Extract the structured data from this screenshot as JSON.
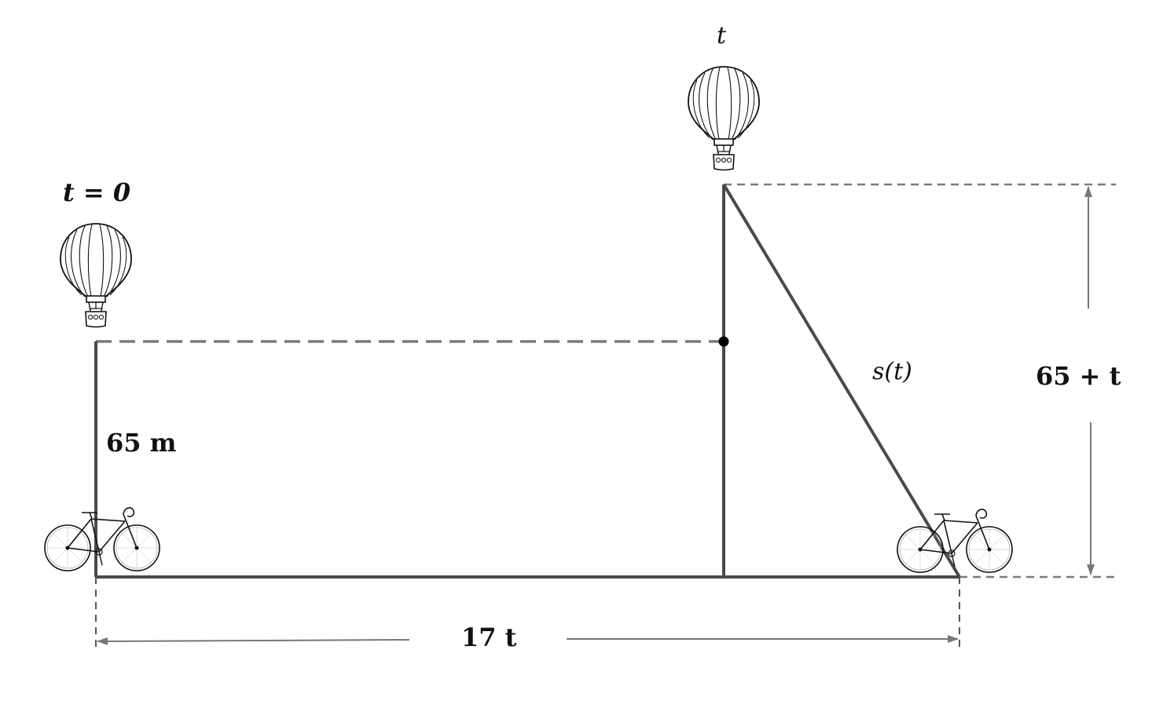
{
  "labels": {
    "start_time": "t = 0",
    "later_time": "t",
    "initial_height": "65 m",
    "horizontal_distance": "17 t",
    "separation": "s(t)",
    "current_height": "65 + t"
  },
  "icons": {
    "balloon": "hot-air-balloon-icon",
    "bicycle": "bicycle-icon"
  },
  "colors": {
    "line": "#4a4a4a",
    "dashed": "#7a7a7a",
    "arrow": "#777777",
    "point": "#000000"
  }
}
